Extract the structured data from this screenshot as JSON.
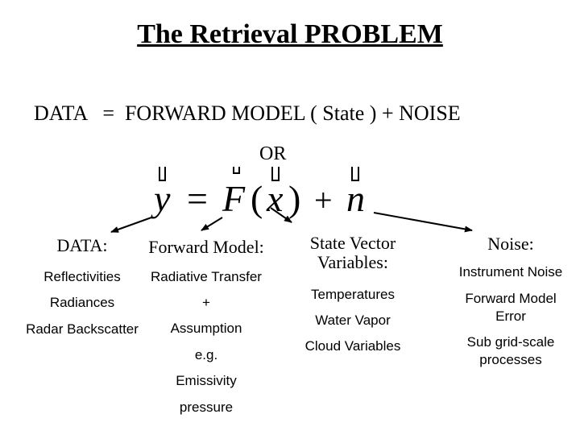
{
  "title": "The Retrieval PROBLEM",
  "equation_text": "DATA   =  FORWARD MODEL ( State ) + NOISE",
  "or_label": "OR",
  "formula": {
    "y": "y",
    "equals": "=",
    "F": "F",
    "open_paren": "(",
    "x": "x",
    "close_paren": ")",
    "plus": "+",
    "n": "n"
  },
  "columns": {
    "data": {
      "header": "DATA:",
      "items": [
        "Reflectivities",
        "Radiances",
        "Radar Backscatter"
      ]
    },
    "forward_model": {
      "header": "Forward Model:",
      "items": [
        "Radiative Transfer",
        "+",
        "Assumption",
        "e.g.",
        "Emissivity",
        "pressure"
      ]
    },
    "state_vector": {
      "header_line1": "State Vector",
      "header_line2": "Variables:",
      "items": [
        "Temperatures",
        "Water Vapor",
        "Cloud Variables"
      ]
    },
    "noise": {
      "header": "Noise:",
      "items": [
        "Instrument Noise",
        "Forward Model Error",
        "Sub grid-scale processes"
      ]
    }
  }
}
